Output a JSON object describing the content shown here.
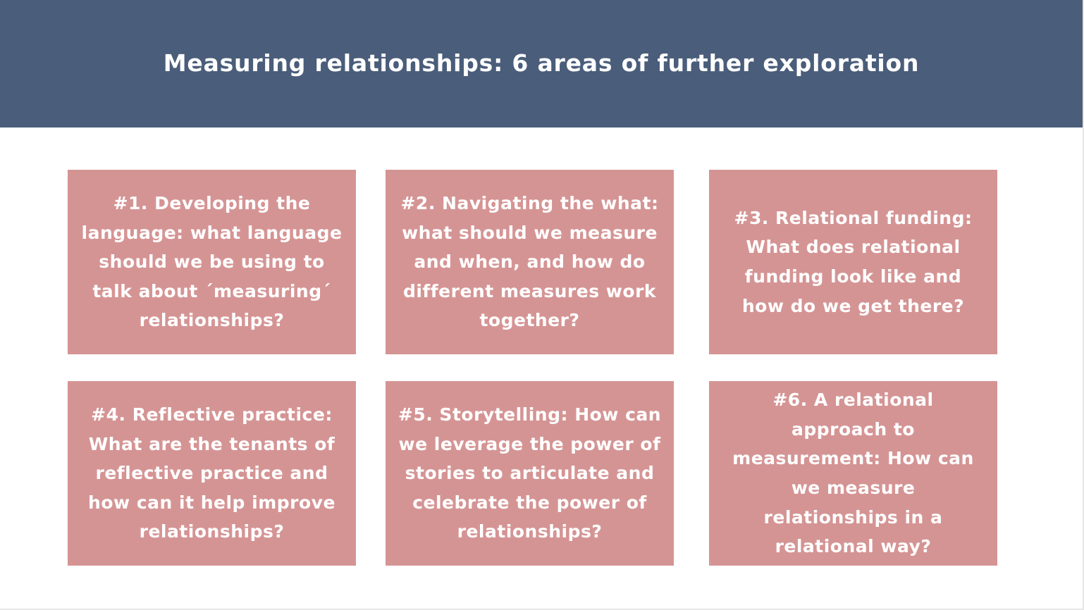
{
  "colors": {
    "header_bg": "#4a5d7a",
    "card_bg": "#d59494",
    "text_on_color": "#ffffff",
    "slide_bg": "#ffffff"
  },
  "header": {
    "title": "Measuring relationships: 6 areas of further exploration"
  },
  "cards": [
    {
      "text": "#1. Developing the language: what language should we be using to talk about ´measuring´ relationships?"
    },
    {
      "text": "#2. Navigating the what: what should we measure and when, and how do different measures work together?"
    },
    {
      "text": "#3. Relational funding: What does relational funding look like and how do we get there?"
    },
    {
      "text": "#4. Reflective practice: What are the tenants of reflective practice and how can it help improve relationships?"
    },
    {
      "text": "#5. Storytelling: How can we leverage the power of stories to articulate and celebrate the power of relationships?"
    },
    {
      "text": "#6. A relational approach to measurement: How can we measure relationships in a relational way?"
    }
  ]
}
